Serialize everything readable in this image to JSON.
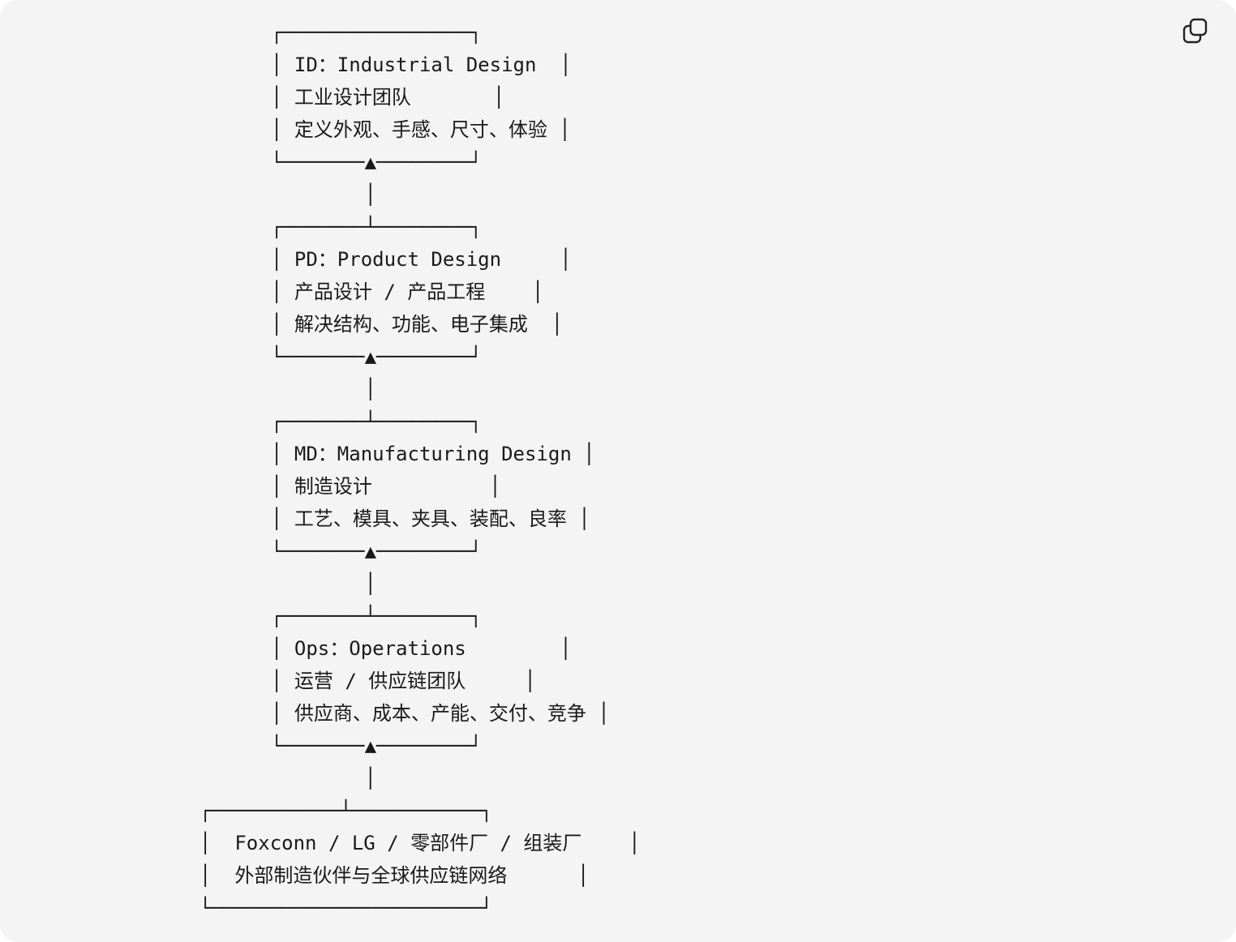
{
  "diagram": {
    "lines": [
      "┌────────────────┐",
      "│ ID：Industrial Design  │",
      "│ 工业设计团队       │",
      "│ 定义外观、手感、尺寸、体验 │",
      "└───────▲────────┘",
      "        │",
      "┌───────┴────────┐",
      "│ PD：Product Design     │",
      "│ 产品设计 / 产品工程    │",
      "│ 解决结构、功能、电子集成  │",
      "└───────▲────────┘",
      "        │",
      "┌───────┴────────┐",
      "│ MD：Manufacturing Design │",
      "│ 制造设计          │",
      "│ 工艺、模具、夹具、装配、良率 │",
      "└───────▲────────┘",
      "        │",
      "┌───────┴────────┐",
      "│ Ops：Operations        │",
      "│ 运营 / 供应链团队     │",
      "│ 供应商、成本、产能、交付、竞争 │",
      "└───────▲────────┘",
      "        │",
      "┌───────────┴───────────┐",
      "│  Foxconn / LG / 零部件厂 / 组装厂    │",
      "│  外部制造伙伴与全球供应链网络      │",
      "└───────────────────────┘"
    ]
  },
  "toolbar": {
    "copy_icon": "copy-icon"
  }
}
